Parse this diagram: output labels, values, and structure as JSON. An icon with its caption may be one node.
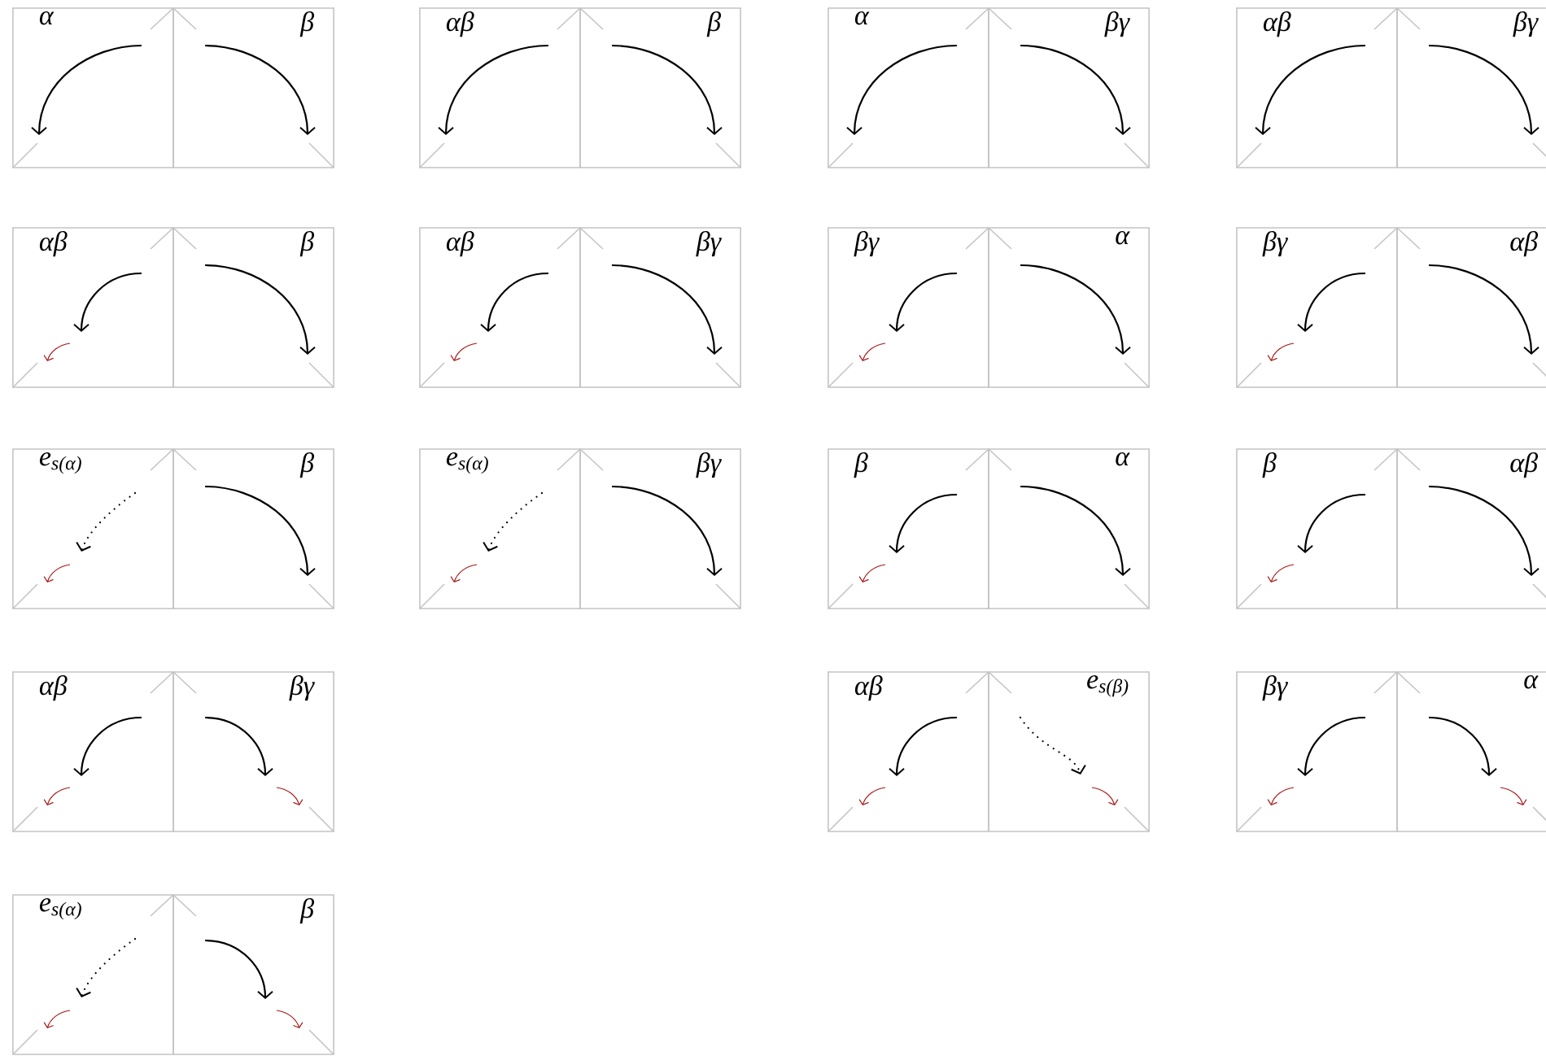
{
  "diagram": {
    "nodes": [
      {
        "text": [
          "α"
        ]
      },
      {
        "text": [
          "β"
        ]
      },
      {
        "text": [
          "αβ"
        ]
      },
      {
        "text": [
          "β"
        ]
      },
      {
        "text": [
          "α"
        ]
      },
      {
        "text": [
          "βγ"
        ]
      },
      {
        "text": [
          "αβ"
        ]
      },
      {
        "text": [
          "βγ"
        ]
      },
      {
        "text": [
          "αβ"
        ]
      },
      {
        "text": [
          "β"
        ]
      },
      {
        "text": [
          "αβ"
        ]
      },
      {
        "text": [
          "βγ"
        ]
      },
      {
        "text": [
          "βγ"
        ]
      },
      {
        "text": [
          "α"
        ]
      },
      {
        "text": [
          "βγ"
        ]
      },
      {
        "text": [
          "αβ"
        ]
      },
      {
        "text": [
          "e$_{s(α)}$"
        ]
      },
      {
        "text": [
          "β"
        ]
      },
      {
        "text": [
          "e$_{s(α)}$"
        ]
      },
      {
        "text": [
          "βγ"
        ]
      },
      {
        "text": [
          "β"
        ]
      },
      {
        "text": [
          "α"
        ]
      },
      {
        "text": [
          "β"
        ]
      },
      {
        "text": [
          "αβ"
        ]
      },
      {
        "text": [
          "αβ"
        ]
      },
      {
        "text": [
          "βγ"
        ]
      },
      {
        "text": [
          "αβ"
        ]
      },
      {
        "text": [
          "e$_{s(β)}$"
        ]
      },
      {
        "text": [
          "βγ"
        ]
      },
      {
        "text": [
          "α"
        ]
      },
      {
        "text": [
          "e$_{s(α)}$"
        ]
      },
      {
        "text": [
          "β"
        ]
      }
    ]
  }
}
